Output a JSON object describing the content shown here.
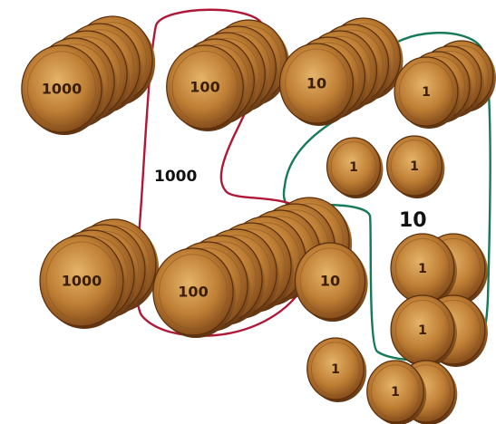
{
  "colors": {
    "coin_light": "#d9a55a",
    "coin_mid": "#b7772f",
    "coin_dark": "#6a3a12",
    "coin_edge": "#5a2e0c",
    "red_loop": "#b01838",
    "green_loop": "#157a55",
    "ink": "#111111"
  },
  "annotations": {
    "red_group_label": "1000",
    "green_group_label": "10"
  },
  "coin_labels": {
    "thousand": "1000",
    "hundred": "100",
    "ten": "10",
    "one": "1"
  },
  "stacks": [
    {
      "id": "stack-1000-top",
      "denomination": "thousand",
      "count": 5
    },
    {
      "id": "stack-100-top",
      "denomination": "hundred",
      "count": 5
    },
    {
      "id": "stack-10-top",
      "denomination": "ten",
      "count": 5
    },
    {
      "id": "stack-1-top",
      "denomination": "one",
      "count": 4
    },
    {
      "id": "coin-1-mid-left",
      "denomination": "one",
      "count": 1
    },
    {
      "id": "coin-1-mid-right",
      "denomination": "one",
      "count": 1
    },
    {
      "id": "stack-1000-bottom",
      "denomination": "thousand",
      "count": 4
    },
    {
      "id": "stack-100-bottom",
      "denomination": "hundred",
      "count": 9
    },
    {
      "id": "coin-10-bottom",
      "denomination": "ten",
      "count": 1
    },
    {
      "id": "pair-1-a",
      "denomination": "one",
      "count": 2
    },
    {
      "id": "pair-1-b",
      "denomination": "one",
      "count": 2
    },
    {
      "id": "coin-1-lower",
      "denomination": "one",
      "count": 1
    },
    {
      "id": "pair-1-bottom",
      "denomination": "one",
      "count": 2
    }
  ]
}
